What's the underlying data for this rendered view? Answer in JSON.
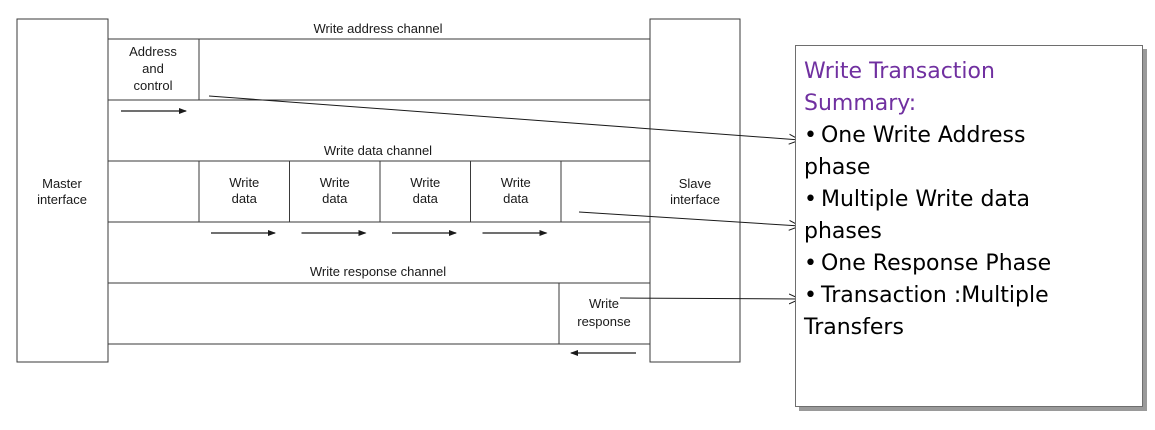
{
  "diagram": {
    "master": [
      "Master",
      "interface"
    ],
    "slave": [
      "Slave",
      "interface"
    ],
    "channels": {
      "write_address": "Write address channel",
      "write_data": "Write data channel",
      "write_response": "Write response channel"
    },
    "address_control": [
      "Address",
      "and",
      "control"
    ],
    "write_data_label": [
      "Write",
      "data"
    ],
    "write_data_count": 4,
    "write_response_label": [
      "Write",
      "response"
    ]
  },
  "summary": {
    "title_line1": "Write Transaction",
    "title_line2": "Summary:",
    "bullet_char": "•",
    "items": [
      [
        "One Write Address",
        "phase"
      ],
      [
        "Multiple Write data",
        "phases"
      ],
      [
        "One Response Phase"
      ],
      [
        "Transaction :Multiple",
        "Transfers"
      ]
    ]
  },
  "colors": {
    "title": "#7030a0",
    "text": "#000000",
    "lines": "#3a3a3a"
  }
}
